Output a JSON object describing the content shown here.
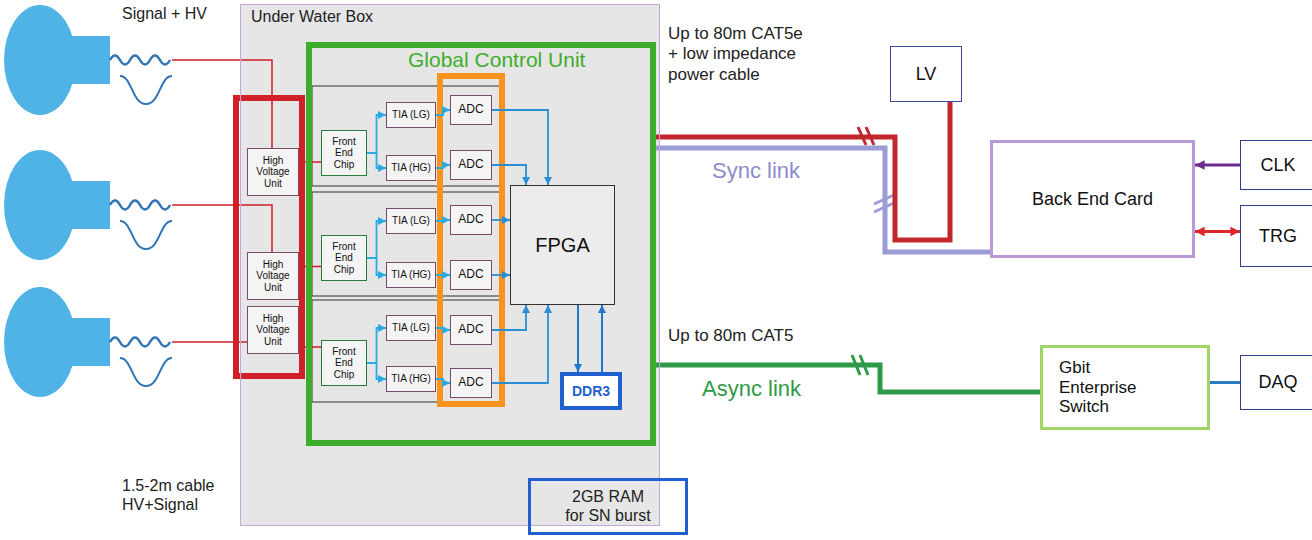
{
  "diagram": {
    "nodes": [
      {
        "text": [
          "Under Water Box"
        ]
      },
      {
        "text": [
          "Global Control Unit"
        ],
        "in": 0
      },
      {
        "text": [
          "High Voltage Unit"
        ],
        "in": 0
      },
      {
        "text": [
          "High Voltage Unit"
        ],
        "in": 0
      },
      {
        "text": [
          "High Voltage Unit"
        ],
        "in": 0
      },
      {
        "text": [
          "Front End Chip"
        ],
        "in": 1
      },
      {
        "text": [
          "TIA (LG)"
        ],
        "in": 1
      },
      {
        "text": [
          "TIA (HG)"
        ],
        "in": 1
      },
      {
        "text": [
          "ADC"
        ],
        "in": 1
      },
      {
        "text": [
          "ADC"
        ],
        "in": 1
      },
      {
        "text": [
          "Front End Chip"
        ],
        "in": 1
      },
      {
        "text": [
          "TIA (LG)"
        ],
        "in": 1
      },
      {
        "text": [
          "TIA (HG)"
        ],
        "in": 1
      },
      {
        "text": [
          "ADC"
        ],
        "in": 1
      },
      {
        "text": [
          "ADC"
        ],
        "in": 1
      },
      {
        "text": [
          "Front End Chip"
        ],
        "in": 1
      },
      {
        "text": [
          "TIA (LG)"
        ],
        "in": 1
      },
      {
        "text": [
          "TIA (HG)"
        ],
        "in": 1
      },
      {
        "text": [
          "ADC"
        ],
        "in": 1
      },
      {
        "text": [
          "ADC"
        ],
        "in": 1
      },
      {
        "text": [
          "FPGA"
        ],
        "in": 1
      },
      {
        "text": [
          "DDR3"
        ],
        "in": 1
      },
      {
        "text": [
          "2GB RAM for SN burst"
        ]
      },
      {
        "text": [
          "LV"
        ]
      },
      {
        "text": [
          "Back End Card"
        ]
      },
      {
        "text": [
          "CLK"
        ]
      },
      {
        "text": [
          "TRG"
        ]
      },
      {
        "text": [
          "Gbit Enterprise Switch"
        ]
      },
      {
        "text": [
          "DAQ"
        ]
      }
    ],
    "edges": [
      {
        "from": 2,
        "to": 5,
        "arrow": "none"
      },
      {
        "from": 3,
        "to": 10,
        "arrow": "none"
      },
      {
        "from": 4,
        "to": 15,
        "arrow": "none"
      },
      {
        "from": 5,
        "to": 6,
        "arrow": "to"
      },
      {
        "from": 5,
        "to": 7,
        "arrow": "to"
      },
      {
        "from": 6,
        "to": 8,
        "arrow": "to"
      },
      {
        "from": 7,
        "to": 9,
        "arrow": "to"
      },
      {
        "from": 8,
        "to": 20,
        "arrow": "to"
      },
      {
        "from": 9,
        "to": 20,
        "arrow": "to"
      },
      {
        "from": 10,
        "to": 11,
        "arrow": "to"
      },
      {
        "from": 10,
        "to": 12,
        "arrow": "to"
      },
      {
        "from": 11,
        "to": 13,
        "arrow": "to"
      },
      {
        "from": 12,
        "to": 14,
        "arrow": "to"
      },
      {
        "from": 13,
        "to": 20,
        "arrow": "to"
      },
      {
        "from": 14,
        "to": 20,
        "arrow": "to"
      },
      {
        "from": 15,
        "to": 16,
        "arrow": "to"
      },
      {
        "from": 15,
        "to": 17,
        "arrow": "to"
      },
      {
        "from": 16,
        "to": 18,
        "arrow": "to"
      },
      {
        "from": 17,
        "to": 19,
        "arrow": "to"
      },
      {
        "from": 18,
        "to": 20,
        "arrow": "to"
      },
      {
        "from": 19,
        "to": 20,
        "arrow": "to"
      },
      {
        "from": 20,
        "to": 21,
        "arrow": "to"
      },
      {
        "from": 21,
        "to": 20,
        "arrow": "to"
      },
      {
        "from": 1,
        "to": 24,
        "arrow": "none"
      },
      {
        "from": 1,
        "to": 23,
        "arrow": "none"
      },
      {
        "from": 1,
        "to": 27,
        "arrow": "none"
      },
      {
        "from": 27,
        "to": 28,
        "arrow": "none"
      },
      {
        "from": 25,
        "to": 24,
        "arrow": "to"
      },
      {
        "from": 26,
        "to": 24,
        "arrow": "both"
      }
    ],
    "labels": [
      "Signal + HV",
      "1.5-2m cable HV+Signal",
      "Up to 80m CAT5e + low impedance power cable",
      "Sync link",
      "Up to 80m CAT5",
      "Async link"
    ]
  }
}
